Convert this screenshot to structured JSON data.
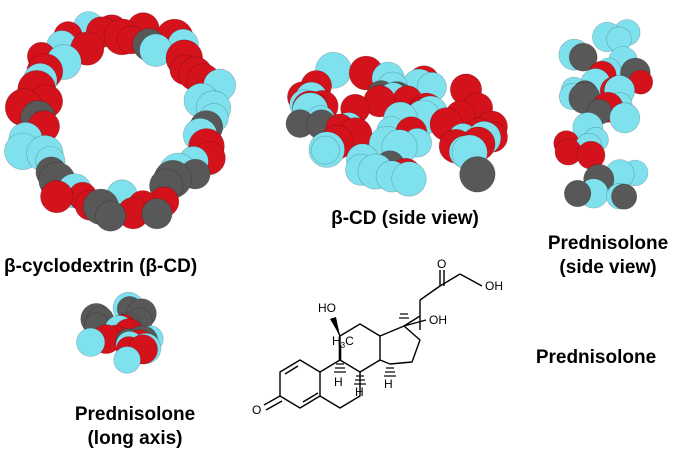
{
  "captions": {
    "beta_cd": "β-cyclodextrin (β-CD)",
    "beta_cd_side": "β-CD (side view)",
    "pred_side_line1": "Prednisolone",
    "pred_side_line2": "(side view)",
    "pred_long_line1": "Prednisolone",
    "pred_long_line2": "(long axis)",
    "pred_structure": "Prednisolone"
  },
  "structure_labels": {
    "ho_11": "HO",
    "methyl_h": "H",
    "methyl_sub": "3",
    "methyl_c": "C",
    "h_8": "H",
    "h_9": "H",
    "h_14": "H",
    "oh_17": "OH",
    "oh_21": "OH",
    "o_20": "O",
    "o_3": "O"
  },
  "colors": {
    "oxygen": "#d4121b",
    "hydrogen": "#7fe0ee",
    "carbon": "#585858",
    "text": "#000000"
  }
}
